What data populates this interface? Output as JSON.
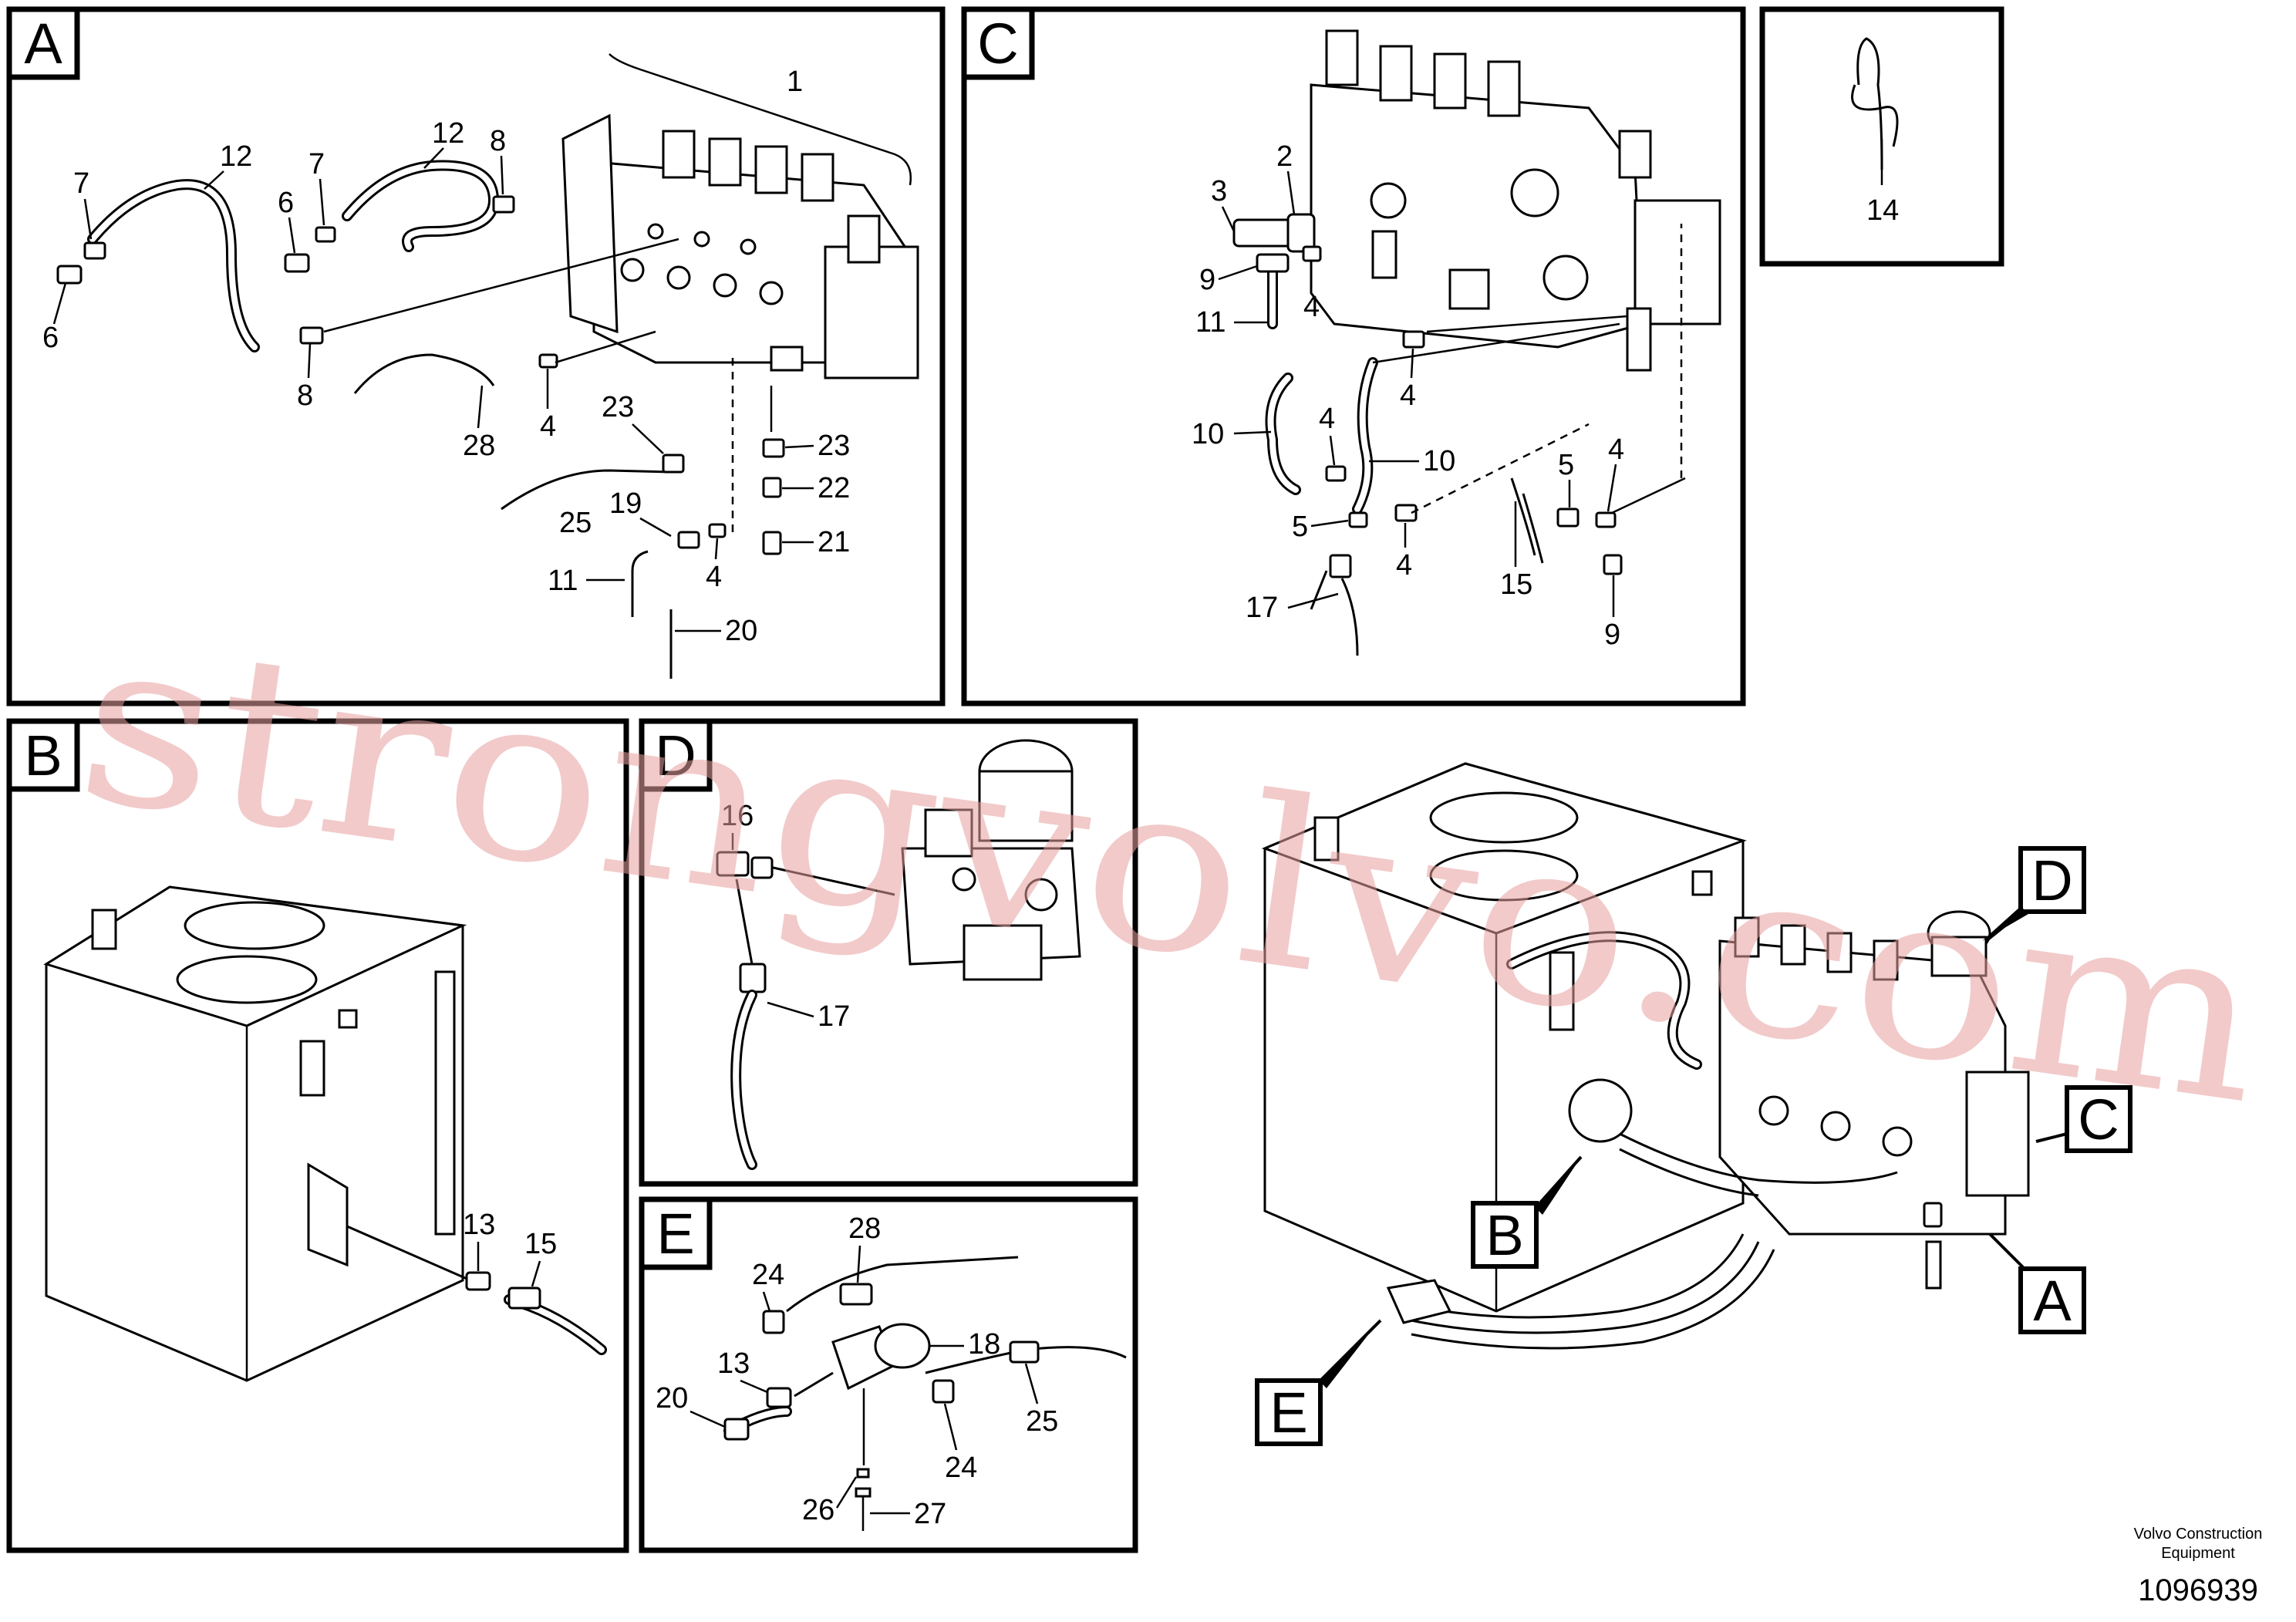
{
  "panels": {
    "A": {
      "letter": "A",
      "callouts": [
        "1",
        "7",
        "12",
        "7",
        "12",
        "8",
        "6",
        "6",
        "8",
        "28",
        "4",
        "23",
        "23",
        "22",
        "25",
        "19",
        "21",
        "11",
        "4",
        "20"
      ]
    },
    "B": {
      "letter": "B",
      "callouts": [
        "13",
        "15"
      ]
    },
    "C": {
      "letter": "C",
      "callouts": [
        "2",
        "3",
        "9",
        "4",
        "11",
        "4",
        "10",
        "4",
        "10",
        "5",
        "4",
        "5",
        "4",
        "17",
        "15",
        "9"
      ]
    },
    "D": {
      "letter": "D",
      "callouts": [
        "16",
        "17"
      ]
    },
    "E": {
      "letter": "E",
      "callouts": [
        "28",
        "24",
        "18",
        "13",
        "20",
        "24",
        "25",
        "26",
        "27"
      ]
    },
    "detail14": {
      "callouts": [
        "14"
      ]
    }
  },
  "overview": {
    "tags": [
      "D",
      "C",
      "B",
      "A",
      "E"
    ]
  },
  "watermark": "strongvolvo.com",
  "footer": {
    "company_line1": "Volvo Construction",
    "company_line2": "Equipment",
    "drawing_number": "1096939"
  }
}
